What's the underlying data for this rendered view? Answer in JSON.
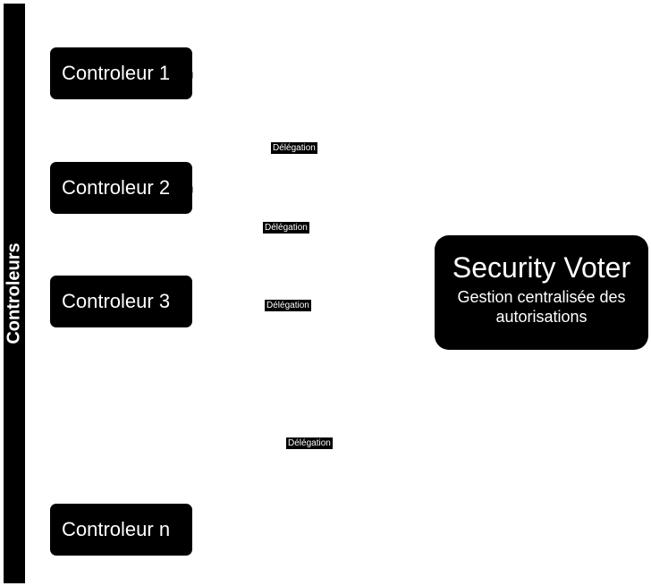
{
  "lane": {
    "title": "Controleurs"
  },
  "controllers": [
    {
      "label": "Controleur 1"
    },
    {
      "label": "Controleur 2"
    },
    {
      "label": "Controleur 3"
    },
    {
      "label": "Controleur n"
    }
  ],
  "edges": [
    {
      "label": "Délégation"
    },
    {
      "label": "Délégation"
    },
    {
      "label": "Délégation"
    },
    {
      "label": "Délégation"
    }
  ],
  "voter": {
    "title": "Security Voter",
    "subtitle": "Gestion centralisée des autorisations"
  },
  "colors": {
    "fill": "#000000",
    "text": "#ffffff",
    "background": "#ffffff"
  }
}
